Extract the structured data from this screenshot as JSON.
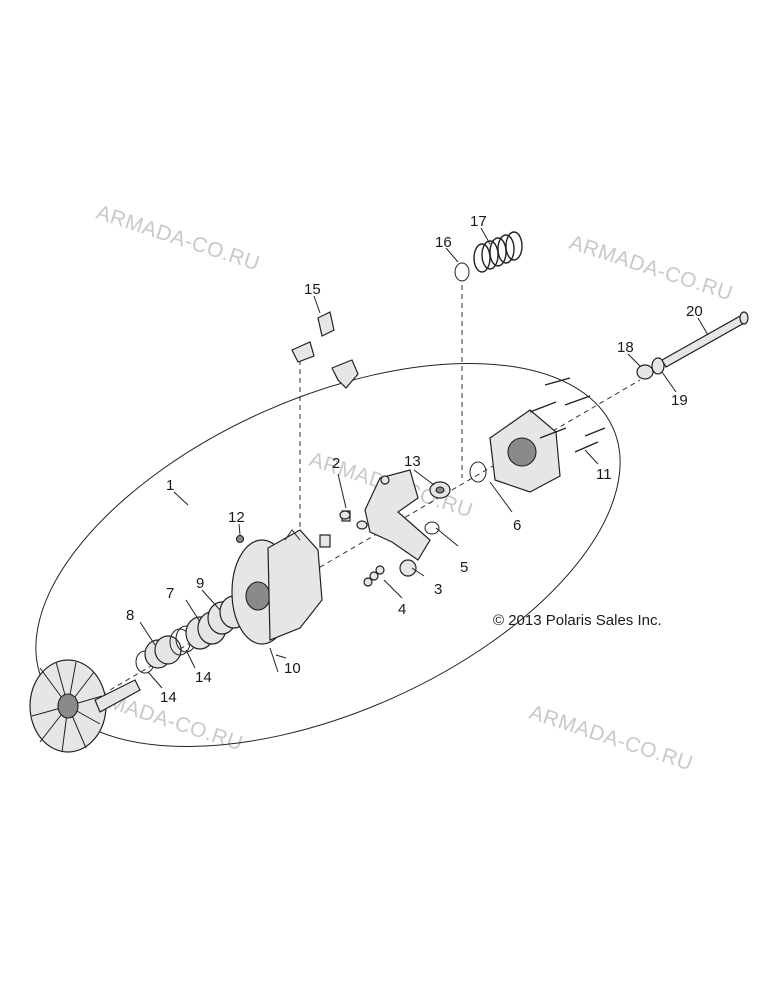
{
  "copyright": "© 2013 Polaris Sales Inc.",
  "watermarks": [
    "ARMADA-CO.RU",
    "ARMADA-CO.RU",
    "ARMADA-CO.RU",
    "ARMADA-CO.RU",
    "ARMADA-CO.RU"
  ],
  "callouts": [
    "1",
    "2",
    "3",
    "4",
    "5",
    "6",
    "7",
    "8",
    "9",
    "10",
    "11",
    "12",
    "13",
    "14",
    "14",
    "15",
    "16",
    "17",
    "18",
    "19",
    "20"
  ],
  "colors": {
    "line": "#222222",
    "watermark": "#c9c9c9",
    "part_fill": "#e6e6e6"
  }
}
